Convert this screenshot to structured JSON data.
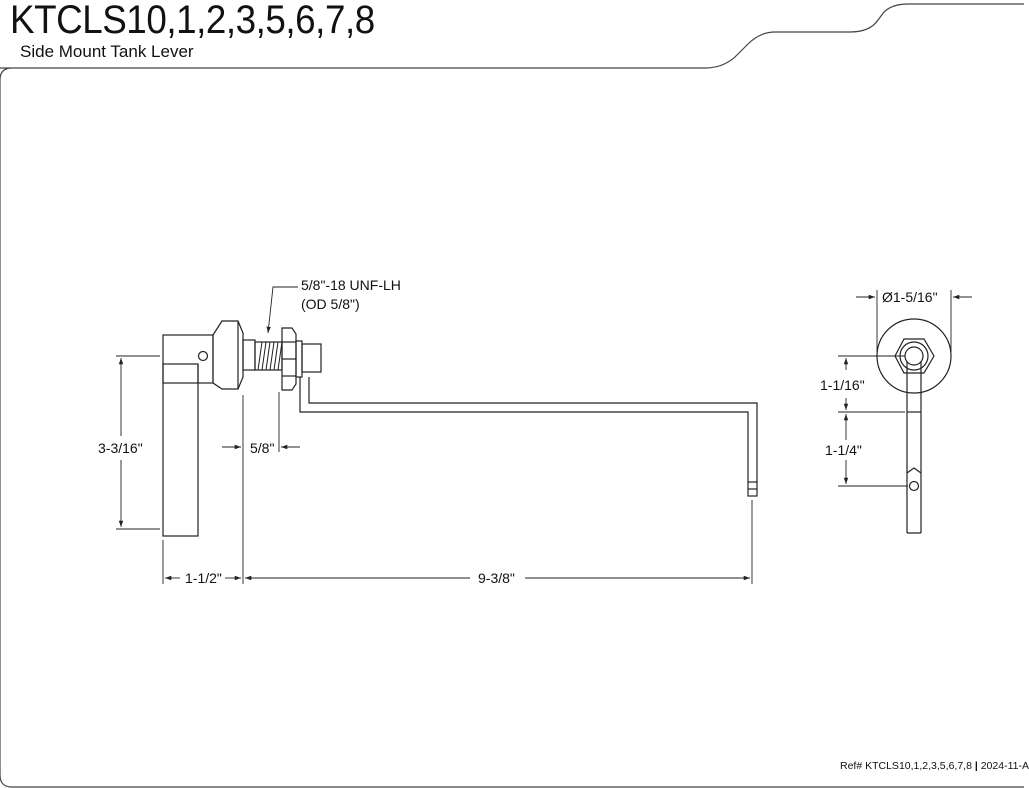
{
  "header": {
    "title": "KTCLS10,1,2,3,5,6,7,8",
    "subtitle": "Side Mount Tank Lever"
  },
  "callouts": {
    "thread_line1": "5/8\"-18 UNF-LH",
    "thread_line2": "(OD 5/8\")"
  },
  "dimensions": {
    "handle_height": "3-3/16\"",
    "flange_to_thread": "5/8\"",
    "handle_width": "1-1/2\"",
    "arm_length": "9-3/8\"",
    "diameter": "Ø1-5/16\"",
    "end_upper": "1-1/16\"",
    "end_lower": "1-1/4\""
  },
  "footer": {
    "ref_prefix": "Ref# KTCLS10,1,2,3,5,6,7,8",
    "separator": "|",
    "ref_code": "2024-11-A"
  },
  "colors": {
    "line": "#222222",
    "background": "#ffffff"
  }
}
